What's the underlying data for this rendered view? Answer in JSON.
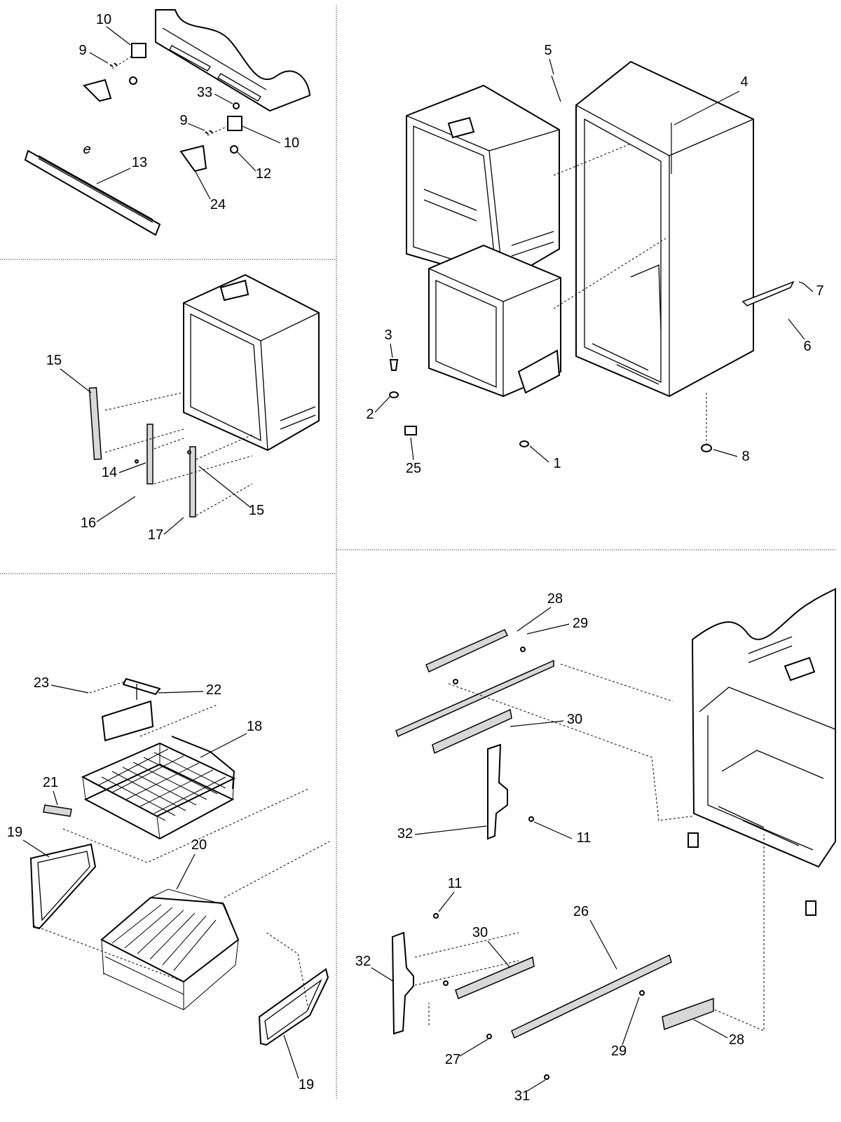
{
  "diagram": {
    "callouts": {
      "c1": "1",
      "c2": "2",
      "c3": "3",
      "c4": "4",
      "c5": "5",
      "c6": "6",
      "c7": "7",
      "c8": "8",
      "c9a": "9",
      "c9b": "9",
      "c10a": "10",
      "c10b": "10",
      "c11a": "11",
      "c11b": "11",
      "c12": "12",
      "c13": "13",
      "c14": "14",
      "c15a": "15",
      "c15b": "15",
      "c16": "16",
      "c17": "17",
      "c18": "18",
      "c19a": "19",
      "c19b": "19",
      "c20": "20",
      "c21": "21",
      "c22": "22",
      "c23": "23",
      "c24": "24",
      "c25": "25",
      "c26": "26",
      "c27": "27",
      "c28a": "28",
      "c28b": "28",
      "c29a": "29",
      "c29b": "29",
      "c30a": "30",
      "c30b": "30",
      "c31": "31",
      "c32a": "32",
      "c32b": "32",
      "c33": "33"
    }
  }
}
